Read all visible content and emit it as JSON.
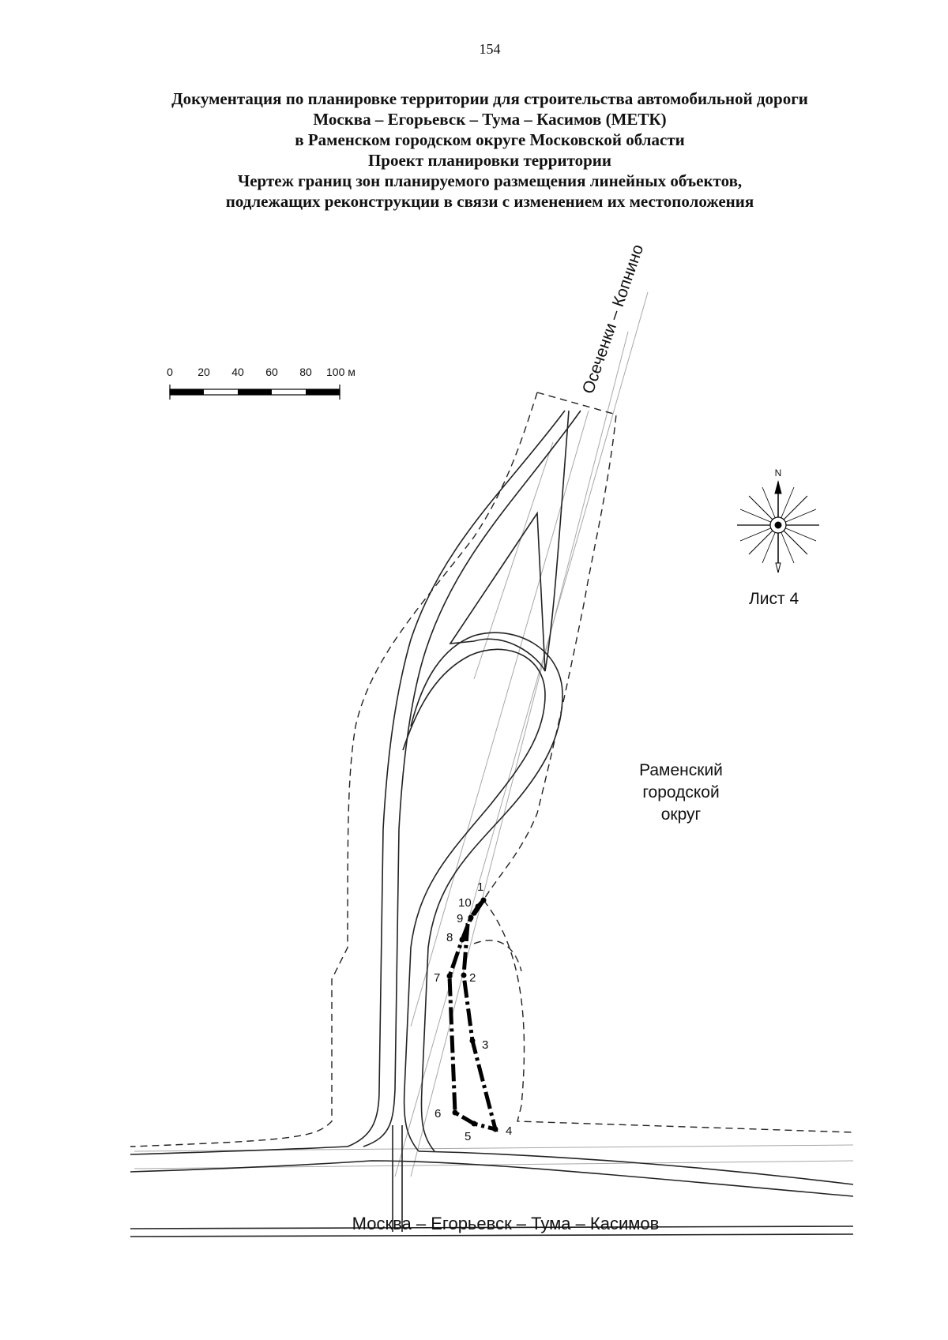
{
  "page_number": "154",
  "header_lines": [
    "Документация по планировке территории для строительства автомобильной дороги",
    "Москва – Егорьевск – Тума – Касимов (МЕТК)",
    "в Раменском городском округе Московской области",
    "Проект планировки территории",
    "Чертеж границ зон планируемого размещения линейных объектов,",
    "подлежащих реконструкции в связи с изменением их местоположения"
  ],
  "scale_bar": {
    "labels": [
      "0",
      "20",
      "40",
      "60",
      "80",
      "100 м"
    ]
  },
  "compass": {
    "north_label": "N"
  },
  "sheet_label": "Лист 4",
  "road_label_vertical": "Осеченки – Копнино",
  "road_label_horizontal": "Москва – Егорьевск – Тума – Касимов",
  "district_label": [
    "Раменский",
    "городской",
    "округ"
  ],
  "boundary_points": [
    "1",
    "2",
    "3",
    "4",
    "5",
    "6",
    "7",
    "8",
    "9",
    "10"
  ],
  "colors": {
    "ink": "#111111",
    "light_line": "#9a9a9a"
  }
}
